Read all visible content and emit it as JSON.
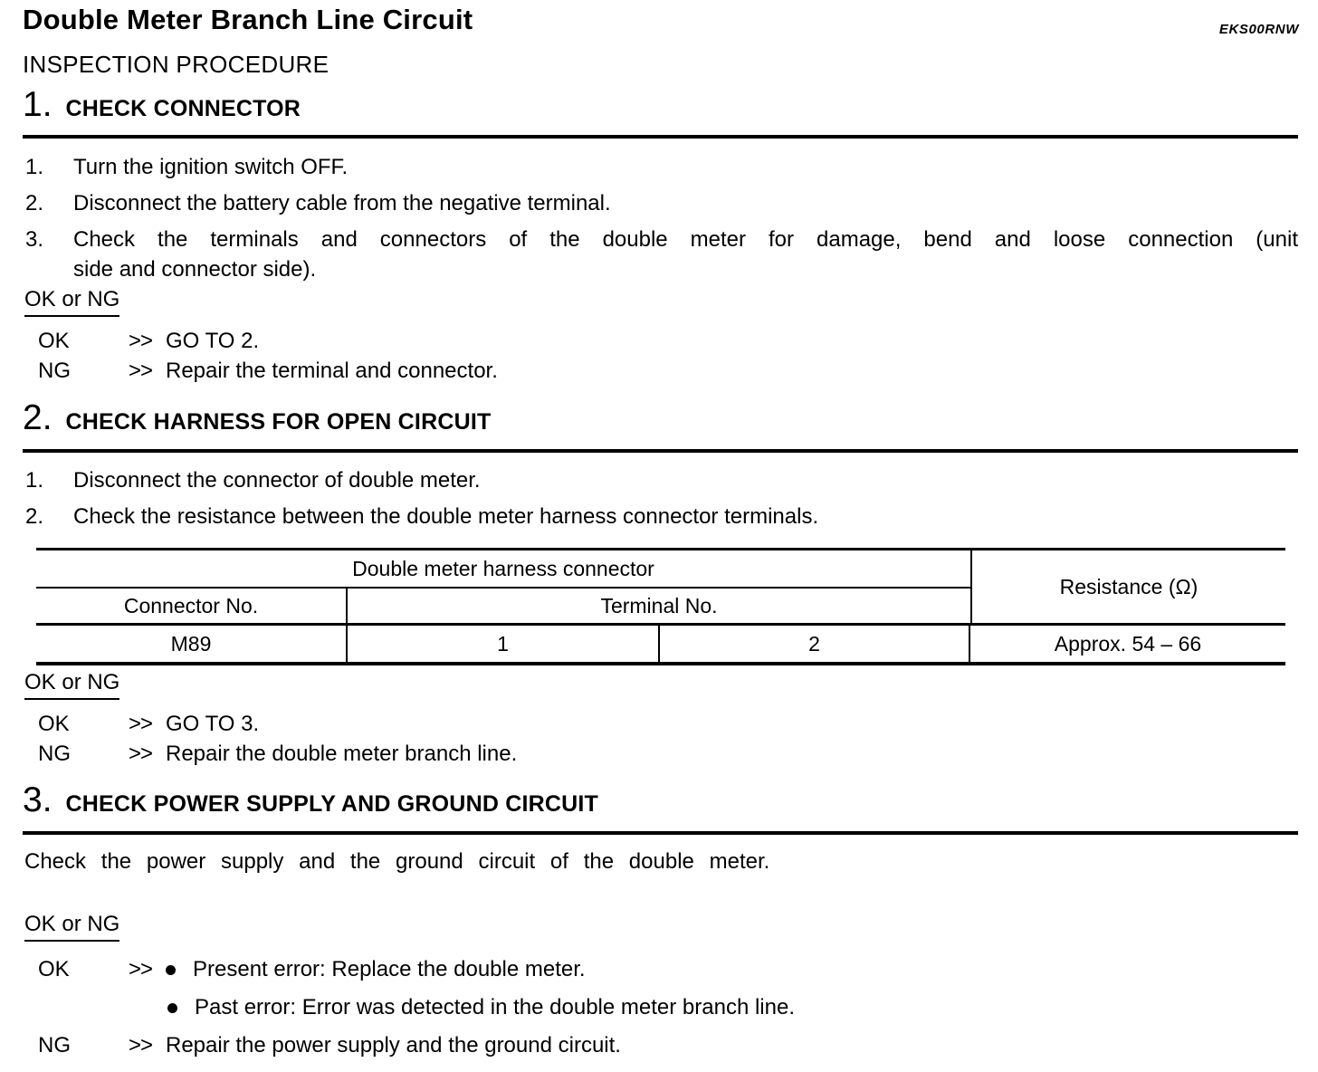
{
  "page": {
    "title": "Double Meter Branch Line Circuit",
    "doc_code": "EKS00RNW",
    "subtitle": "INSPECTION PROCEDURE"
  },
  "sections": [
    {
      "number": "1.",
      "heading": "CHECK CONNECTOR",
      "steps": [
        {
          "num": "1.",
          "text": "Turn the ignition switch OFF."
        },
        {
          "num": "2.",
          "text": "Disconnect the battery cable from the negative terminal."
        },
        {
          "num": "3.",
          "line1": "Check the terminals and connectors of the double meter for damage, bend and loose connection (unit",
          "line2": "side and connector side)."
        }
      ],
      "okng_label": "OK or NG",
      "results": [
        {
          "label": "OK",
          "arrow": ">>",
          "text": "GO TO 2."
        },
        {
          "label": "NG",
          "arrow": ">>",
          "text": "Repair the terminal and connector."
        }
      ]
    },
    {
      "number": "2.",
      "heading": "CHECK HARNESS FOR OPEN CIRCUIT",
      "steps": [
        {
          "num": "1.",
          "text": "Disconnect the connector of double meter."
        },
        {
          "num": "2.",
          "text": "Check the resistance between the double meter harness connector terminals."
        }
      ],
      "okng_label": "OK or NG",
      "results": [
        {
          "label": "OK",
          "arrow": ">>",
          "text": "GO TO 3."
        },
        {
          "label": "NG",
          "arrow": ">>",
          "text": "Repair the double meter branch line."
        }
      ]
    },
    {
      "number": "3.",
      "heading": "CHECK POWER SUPPLY AND GROUND CIRCUIT",
      "body": "Check the power supply and the ground circuit of the double meter.",
      "okng_label": "OK or NG",
      "results": [
        {
          "label": "OK",
          "arrow": ">>",
          "items": [
            "Present error: Replace the double meter.",
            "Past error: Error was detected in the double meter branch line."
          ]
        },
        {
          "label": "NG",
          "arrow": ">>",
          "text": "Repair the power supply and the ground circuit."
        }
      ]
    }
  ],
  "table": {
    "group_header": "Double meter harness connector",
    "resistance_header": "Resistance (Ω)",
    "col_headers": [
      "Connector No.",
      "Terminal No."
    ],
    "row": {
      "connector": "M89",
      "terminal1": "1",
      "terminal2": "2",
      "resistance": "Approx. 54 – 66"
    }
  }
}
